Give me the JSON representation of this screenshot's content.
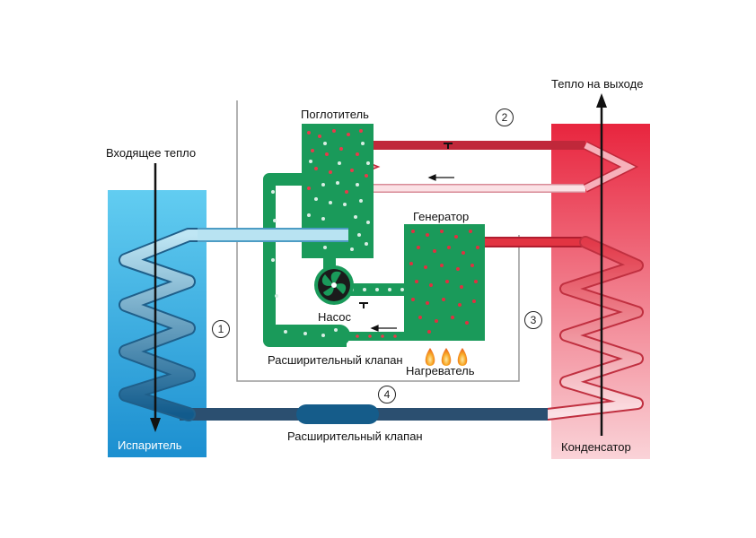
{
  "labels": {
    "evaporator": "Испаритель",
    "condenser": "Конденсатор",
    "heat_in": "Входящее тепло",
    "heat_out": "Тепло на выходе",
    "absorber": "Поглотитель",
    "generator": "Генератор",
    "pump": "Насос",
    "expansion_valve_inner": "Расширительный клапан",
    "heater": "Нагреватель",
    "expansion_valve_outer": "Расширительный клапан"
  },
  "circuit_numbers": {
    "n1": "1",
    "n2": "2",
    "n3": "3",
    "n4": "4"
  },
  "colors": {
    "evaporator_top": "#5dc8ee",
    "evaporator_bottom": "#1a8fd0",
    "condenser_top": "#e8283f",
    "condenser_bottom": "#f9c8cf",
    "absorber_green": "#1a9a5a",
    "pipe_red": "#e0303f",
    "pipe_pink": "#f6b7bf",
    "pipe_light_blue": "#a9dcee",
    "pipe_dark_blue": "#155c8a",
    "flame_orange": "#f5941f"
  },
  "icons": {
    "pump": "pump-icon",
    "flames": "flame-icon"
  }
}
